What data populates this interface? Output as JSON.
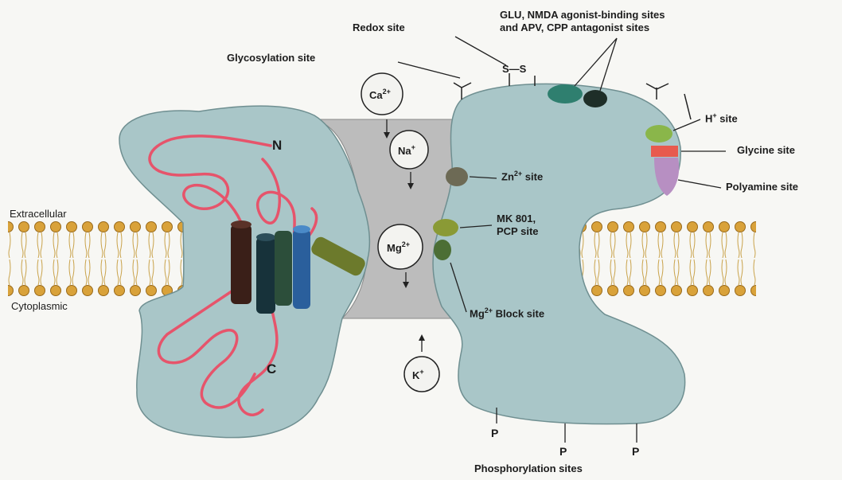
{
  "labels": {
    "redox": "Redox site",
    "ss": "S—S",
    "glu_line1": "GLU, NMDA  agonist-binding sites",
    "glu_line2": "and APV, CPP antagonist sites",
    "glycosylation": "Glycosylation site",
    "h_site_prefix": "H",
    "h_site_sup": "+",
    "h_site_suffix": " site",
    "glycine": "Glycine site",
    "polyamine": "Polyamine site",
    "zn_prefix": "Zn",
    "zn_sup": "2+",
    "zn_suffix": " site",
    "mk801_line1": "MK 801,",
    "mk801_line2": "PCP site",
    "mg_block_prefix": "Mg",
    "mg_block_sup": "2+",
    "mg_block_suffix": " Block site",
    "extracellular": "Extracellular",
    "cytoplasmic": "Cytoplasmic",
    "n_terminus": "N",
    "c_terminus": "C",
    "phosphorylation": "Phosphorylation sites",
    "p": "P"
  },
  "ions": {
    "ca": {
      "base": "Ca",
      "charge": "2+"
    },
    "na": {
      "base": "Na",
      "charge": "+"
    },
    "mg": {
      "base": "Mg",
      "charge": "2+"
    },
    "k": {
      "base": "K",
      "charge": "+"
    }
  },
  "colors": {
    "protein": "#a9c6c8",
    "channel": "#bcbcbc",
    "lipid_head": "#d9a23a",
    "lipid_tail": "#e8c866",
    "chain": "#e6546b",
    "glu_site_1": "#2f7f6f",
    "glu_site_2": "#1e2e28",
    "h_site": "#8ab64a",
    "glycine_site": "#e85a4e",
    "polyamine_site": "#b78fc2",
    "zn_site": "#6d6a55",
    "mk801_site": "#8a9a35",
    "mg_block_site": "#4c6e35",
    "helix_brown": "#3a1f18",
    "helix_teal": "#17323a",
    "helix_blue": "#2a5f9c",
    "helix_olive": "#6c7a2c",
    "helix_green": "#2c4e3a"
  }
}
